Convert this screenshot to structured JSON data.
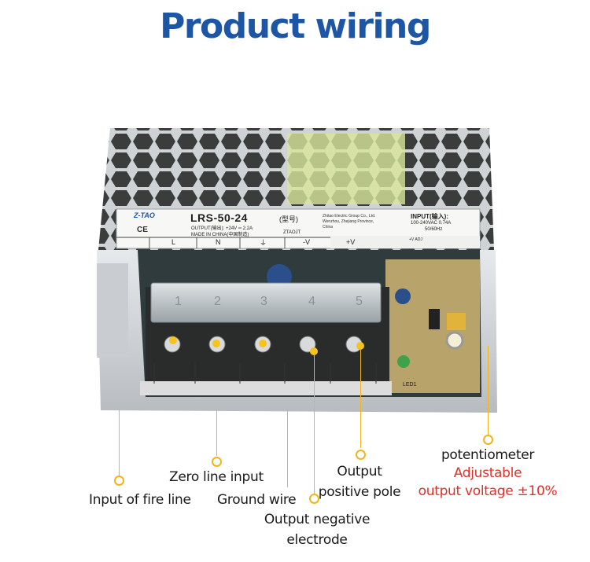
{
  "title": "Product wiring",
  "product": {
    "brand": "Z-TAO",
    "model": "LRS-50-24",
    "model_tag": "(型号)",
    "ce_mark": "CE",
    "output_line": "OUTPUT(输出): +24V ═ 2.2A",
    "made_in": "MADE IN CHINA(中国制造)",
    "code": "ZTAOJT",
    "company_1": "Zhitao Electric Group Co., Ltd.",
    "company_2": "Wenzhou, Zhejiang Province,",
    "company_3": "China",
    "input_line": "INPUT(输入):",
    "input_spec_1": "100-240VAC 0.74A",
    "input_spec_2": "50/60Hz",
    "adj": "+V ADJ",
    "terminal_labels": [
      "L",
      "N",
      "⏚",
      "-V",
      "+V"
    ],
    "terminal_numbers": [
      "1",
      "2",
      "3",
      "4",
      "5"
    ],
    "pcb_label": "LED1"
  },
  "callouts": {
    "fire_line": "Input of fire line",
    "zero_line": "Zero line input",
    "ground": "Ground wire",
    "negative_1": "Output  negative",
    "negative_2": "electrode",
    "positive_1": "Output",
    "positive_2": "positive pole",
    "pot_1": "potentiometer",
    "pot_2": "Adjustable",
    "pot_3": "output voltage ±10%"
  },
  "colors": {
    "title": "#1e56a6",
    "callout_line": "#f0b51b",
    "adjustable_text": "#e0302a"
  }
}
